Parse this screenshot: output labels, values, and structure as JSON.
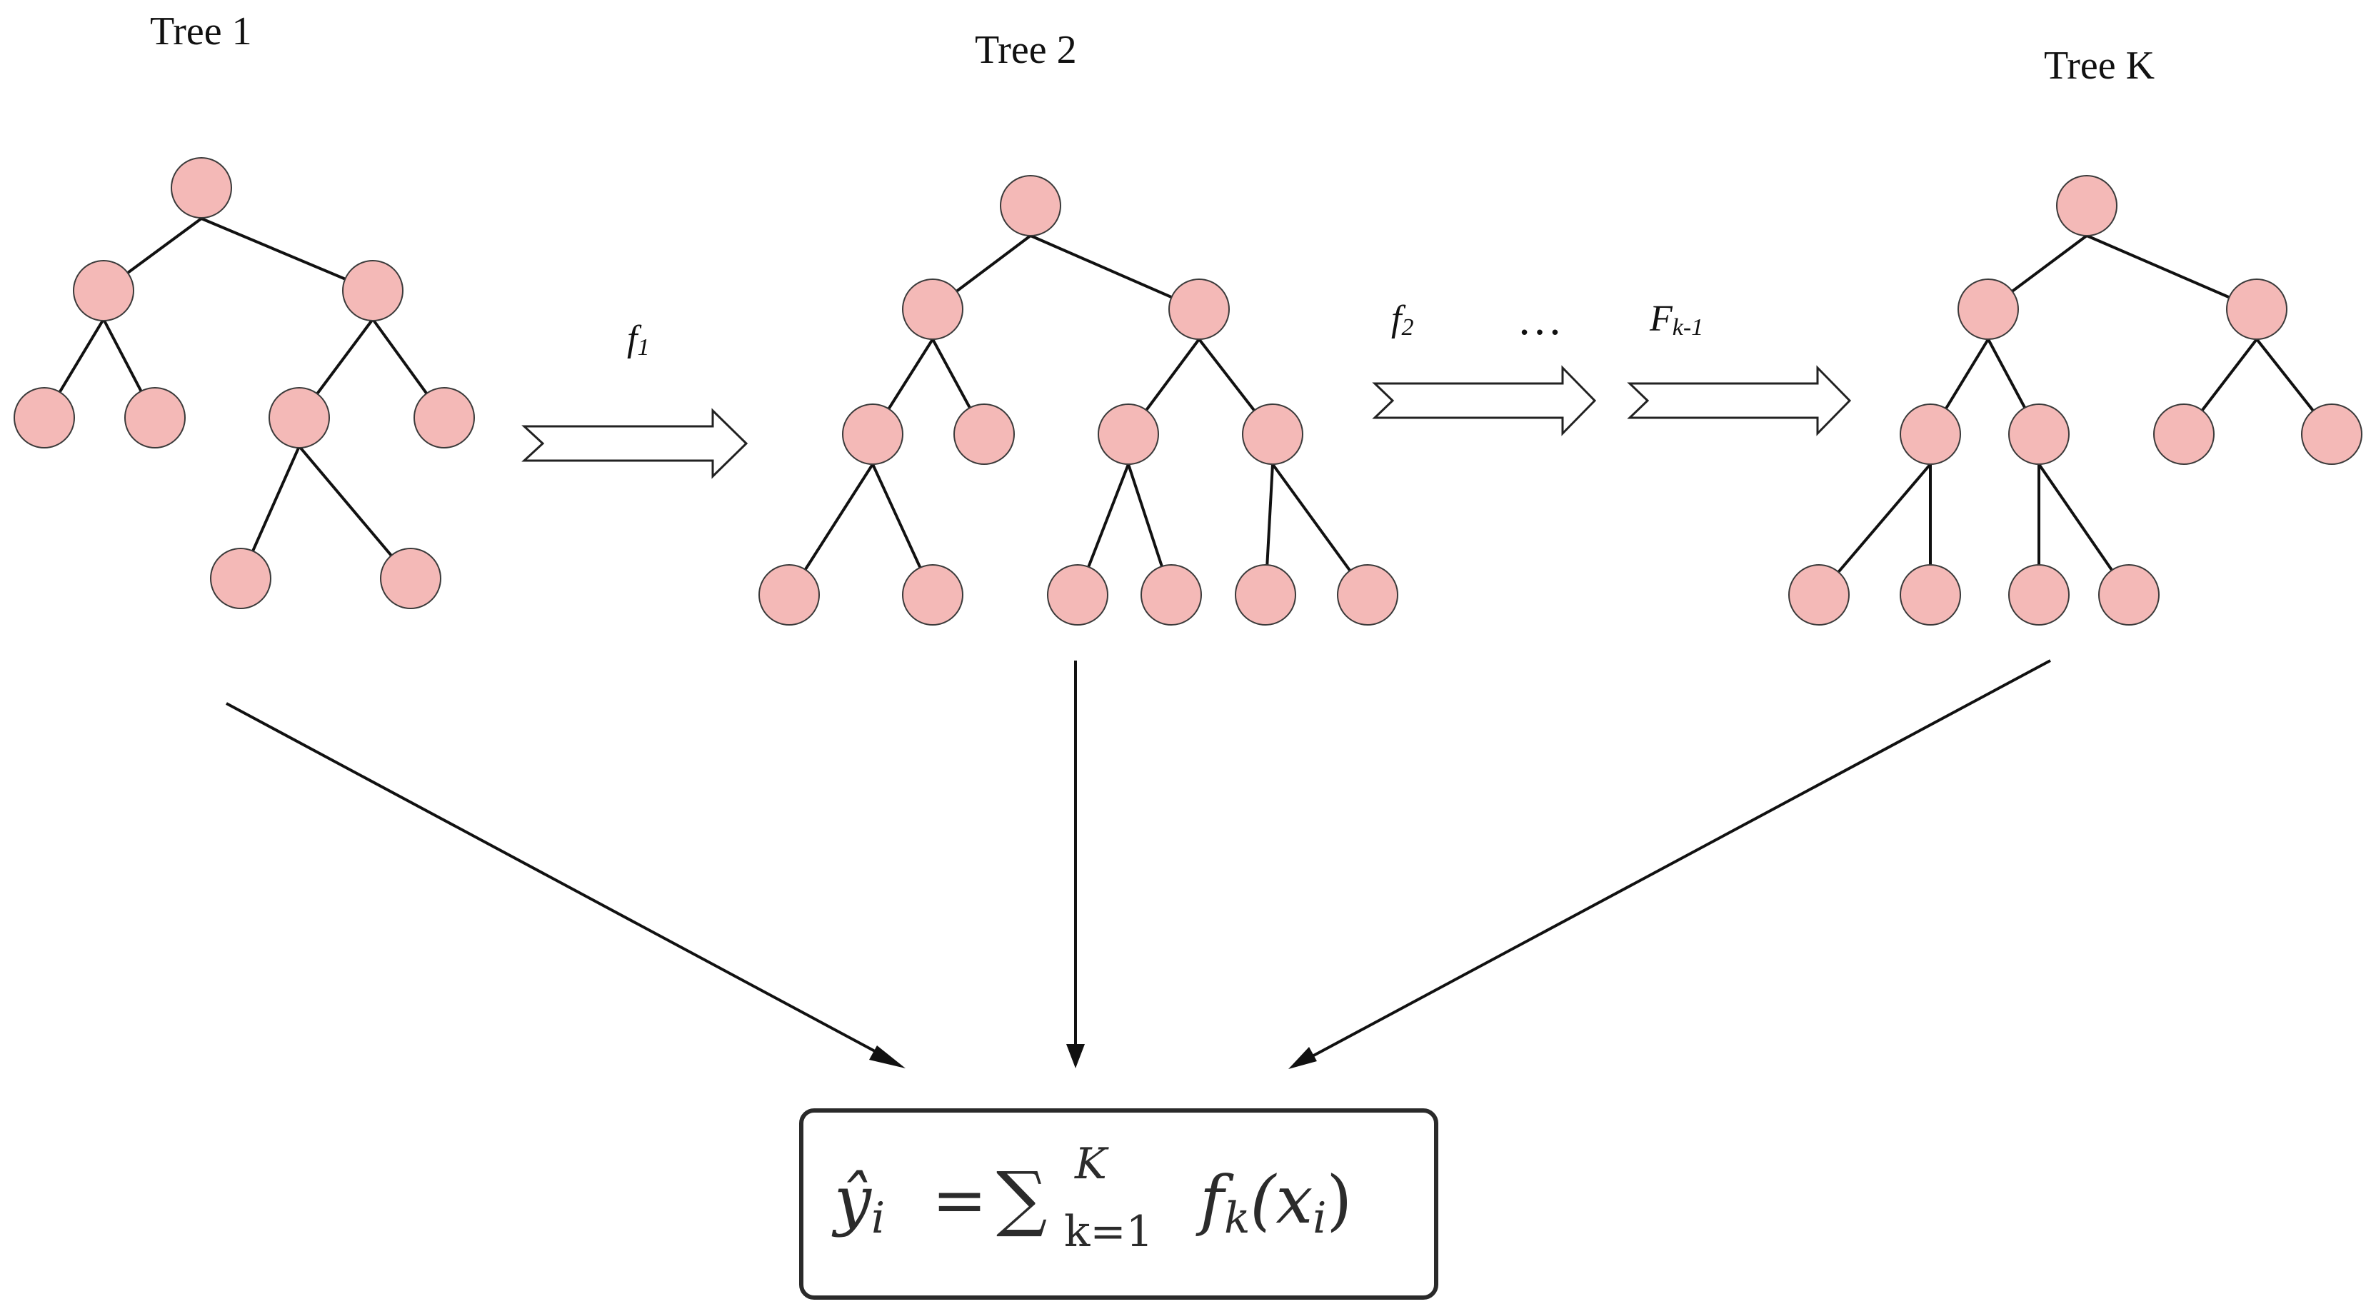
{
  "colors": {
    "node_fill": "#f4b9b7",
    "node_stroke": "#3a3a3a",
    "line": "#111111"
  },
  "trees": [
    {
      "title": "Tree 1"
    },
    {
      "title": "Tree 2"
    },
    {
      "title": "Tree K"
    }
  ],
  "steps": [
    {
      "symbol": "f",
      "subscript": "1"
    },
    {
      "symbol": "f",
      "subscript": "2"
    },
    {
      "symbol": "…",
      "subscript": ""
    },
    {
      "symbol": "F",
      "subscript": "k-1"
    }
  ],
  "formula": {
    "lhs": "ŷ",
    "lhs_sub": "i",
    "equals": "=",
    "sum": "∑",
    "upper": "K",
    "lower": "k=1",
    "term": "f",
    "term_sub": "k",
    "arg_open": "(x",
    "arg_sub": "i",
    "arg_close": ")"
  }
}
